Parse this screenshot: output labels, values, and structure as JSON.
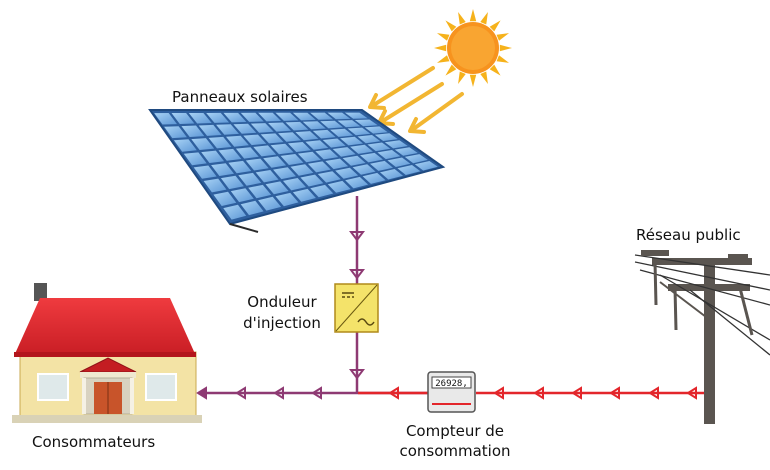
{
  "labels": {
    "panels": "Panneaux solaires",
    "inverter_line1": "Onduleur",
    "inverter_line2": "d'injection",
    "grid": "Réseau public",
    "consumers": "Consommateurs",
    "meter_line1": "Compteur de",
    "meter_line2": "consommation"
  },
  "meter": {
    "reading": "26928,"
  },
  "colors": {
    "sun": "#f6b21b",
    "sun_core": "#f7931e",
    "rays": "#f2b632",
    "panel": "#3a78c2",
    "panel_cell": "#8cc0ec",
    "dc_line": "#8e3a73",
    "ac_line": "#e3262b",
    "roof": "#e0262e",
    "wall": "#f3e3a5",
    "inverter": "#f4e36a",
    "pole": "#5a5550"
  },
  "icons": [
    "sun-icon",
    "solar-panel-icon",
    "inverter-icon",
    "meter-icon",
    "house-icon",
    "utility-pole-icon"
  ]
}
